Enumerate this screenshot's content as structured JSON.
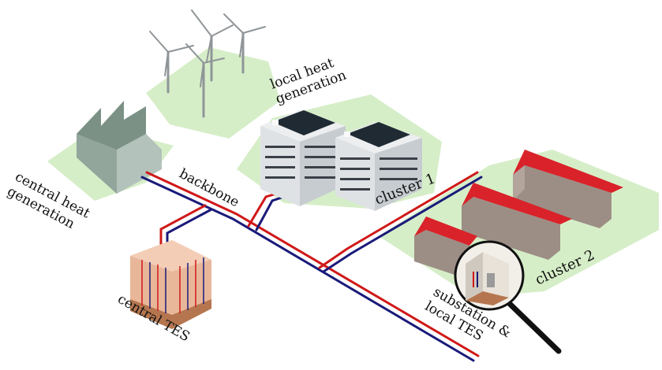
{
  "labels": {
    "local_heat_generation_line1": "local heat",
    "local_heat_generation_line2": "generation",
    "central_heat_generation_line1": "central heat",
    "central_heat_generation_line2": "generation",
    "backbone": "backbone",
    "cluster_1": "cluster 1",
    "cluster_2": "cluster 2",
    "central_tes": "central TES",
    "substation_line1": "substation &",
    "substation_line2": "local TES"
  },
  "colors": {
    "supply_pipe": "#d01818",
    "return_pipe": "#1a1a7a",
    "ground_patch": "#d6eec8",
    "roof_red": "#d9222a",
    "factory_green": "#7c9186",
    "building_grey": "#c7ccd1",
    "solar_panel": "#1f2a33",
    "tes_body": "#e8b79a"
  },
  "icons": [
    "wind-turbine-icon",
    "factory-icon",
    "apartment-building-icon",
    "solar-panel-icon",
    "terraced-house-icon",
    "magnifier-icon",
    "thermal-storage-icon"
  ]
}
